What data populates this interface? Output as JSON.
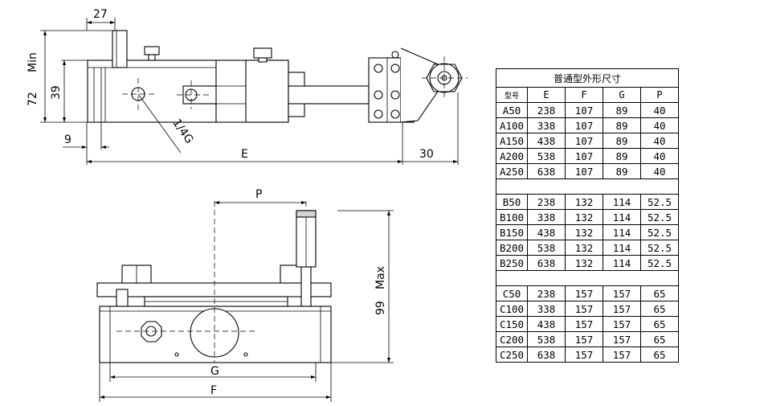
{
  "drawing": {
    "top_view": {
      "dim_27": "27",
      "dim_min": "Min",
      "dim_72": "72",
      "dim_39": "39",
      "dim_9": "9",
      "dim_E": "E",
      "dim_30": "30",
      "thread_label": "1/4G"
    },
    "front_view": {
      "dim_P": "P",
      "dim_99": "99",
      "dim_max": "Max",
      "dim_G": "G",
      "dim_F": "F"
    }
  },
  "table": {
    "title": "普通型外形尺寸",
    "headers": [
      "型号",
      "E",
      "F",
      "G",
      "P"
    ],
    "groups": [
      {
        "rows": [
          [
            "A50",
            "238",
            "107",
            "89",
            "40"
          ],
          [
            "A100",
            "338",
            "107",
            "89",
            "40"
          ],
          [
            "A150",
            "438",
            "107",
            "89",
            "40"
          ],
          [
            "A200",
            "538",
            "107",
            "89",
            "40"
          ],
          [
            "A250",
            "638",
            "107",
            "89",
            "40"
          ]
        ]
      },
      {
        "rows": [
          [
            "B50",
            "238",
            "132",
            "114",
            "52.5"
          ],
          [
            "B100",
            "338",
            "132",
            "114",
            "52.5"
          ],
          [
            "B150",
            "438",
            "132",
            "114",
            "52.5"
          ],
          [
            "B200",
            "538",
            "132",
            "114",
            "52.5"
          ],
          [
            "B250",
            "638",
            "132",
            "114",
            "52.5"
          ]
        ]
      },
      {
        "rows": [
          [
            "C50",
            "238",
            "157",
            "157",
            "65"
          ],
          [
            "C100",
            "338",
            "157",
            "157",
            "65"
          ],
          [
            "C150",
            "438",
            "157",
            "157",
            "65"
          ],
          [
            "C200",
            "538",
            "157",
            "157",
            "65"
          ],
          [
            "C250",
            "638",
            "157",
            "157",
            "65"
          ]
        ]
      }
    ]
  }
}
